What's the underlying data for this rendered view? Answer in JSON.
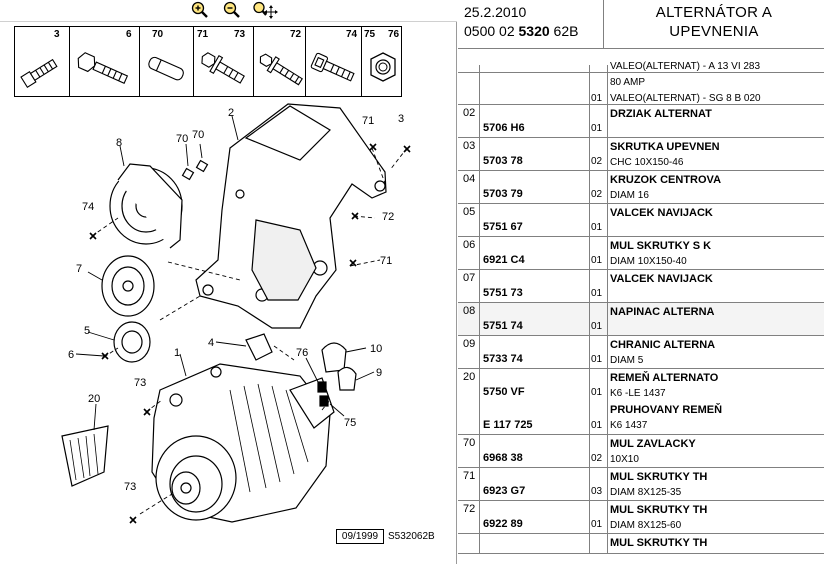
{
  "toolbar": {
    "zoom_in_icon": "zoom-in-icon",
    "zoom_out_icon": "zoom-out-icon",
    "pan_icon": "zoom-pan-icon"
  },
  "fastener_bar": [
    {
      "num": "3",
      "icon": "stud-bolt-icon"
    },
    {
      "num": "6",
      "icon": "hex-bolt-icon"
    },
    {
      "num": "70",
      "icon": "pin-icon"
    },
    {
      "num": "71",
      "icon": "flange-bolt-icon"
    },
    {
      "num": "73",
      "icon": ""
    },
    {
      "num": "72",
      "icon": "long-flange-bolt-icon"
    },
    {
      "num": "74",
      "icon": "socket-bolt-icon"
    },
    {
      "num": "75",
      "icon": "hex-nut-icon"
    },
    {
      "num": "76",
      "icon": ""
    }
  ],
  "diagram": {
    "callouts": [
      "8",
      "70",
      "70",
      "2",
      "71",
      "3",
      "74",
      "72",
      "7",
      "71",
      "5",
      "6",
      "4",
      "10",
      "1",
      "76",
      "9",
      "73",
      "75",
      "20",
      "73"
    ],
    "caption_date": "09/1999",
    "caption_code": "S532062B"
  },
  "header": {
    "date": "25.2.2010",
    "code_prefix": "0500 02 ",
    "code_bold": "5320",
    "code_suffix": " 62B",
    "title_line1": "ALTERNÁTOR A",
    "title_line2": "UPEVNENIA"
  },
  "rows": [
    {
      "ind": "",
      "ref": "",
      "qty": "01",
      "lines": [
        {
          "text": "VALEO(ALTERNAT) - A 13 VI 283",
          "bold": false
        },
        {
          "text": "80 AMP",
          "bold": false
        },
        {
          "text": "VALEO(ALTERNAT) - SG 8 B 020",
          "bold": false
        }
      ]
    },
    {
      "ind": "02",
      "ref": "5706 H6",
      "qty": "01",
      "lines": [
        {
          "text": "DRZIAK ALTERNAT",
          "bold": true
        }
      ]
    },
    {
      "ind": "03",
      "ref": "5703 78",
      "qty": "02",
      "lines": [
        {
          "text": "SKRUTKA UPEVNEN",
          "bold": true
        },
        {
          "text": "CHC 10X150-46",
          "bold": false
        }
      ]
    },
    {
      "ind": "04",
      "ref": "5703 79",
      "qty": "02",
      "lines": [
        {
          "text": "KRUZOK CENTROVA",
          "bold": true
        },
        {
          "text": "DIAM 16",
          "bold": false
        }
      ]
    },
    {
      "ind": "05",
      "ref": "5751 67",
      "qty": "01",
      "lines": [
        {
          "text": "VALCEK NAVIJACK",
          "bold": true
        }
      ]
    },
    {
      "ind": "06",
      "ref": "6921 C4",
      "qty": "01",
      "lines": [
        {
          "text": "MUL SKRUTKY S K",
          "bold": true
        },
        {
          "text": "DIAM 10X150-40",
          "bold": false
        }
      ]
    },
    {
      "ind": "07",
      "ref": "5751 73",
      "qty": "01",
      "lines": [
        {
          "text": "VALCEK NAVIJACK",
          "bold": true
        }
      ]
    },
    {
      "ind": "08",
      "ref": "5751 74",
      "qty": "01",
      "lines": [
        {
          "text": "NAPINAC ALTERNA",
          "bold": true
        }
      ]
    },
    {
      "ind": "09",
      "ref": "5733 74",
      "qty": "01",
      "lines": [
        {
          "text": "CHRANIC ALTERNA",
          "bold": true
        },
        {
          "text": "DIAM 5",
          "bold": false
        }
      ]
    },
    {
      "ind": "20",
      "ref": "5750 VF",
      "qty": "01",
      "ref2": "E 117 725",
      "qty2": "01",
      "lines": [
        {
          "text": "REMEŇ ALTERNATO",
          "bold": true
        },
        {
          "text": "K6 -LE 1437",
          "bold": false
        },
        {
          "text": "PRUHOVANY REMEŇ",
          "bold": true
        },
        {
          "text": "K6 1437",
          "bold": false
        }
      ]
    },
    {
      "ind": "70",
      "ref": "6968 38",
      "qty": "02",
      "lines": [
        {
          "text": "MUL ZAVLACKY",
          "bold": true
        },
        {
          "text": "10X10",
          "bold": false
        }
      ]
    },
    {
      "ind": "71",
      "ref": "6923 G7",
      "qty": "03",
      "lines": [
        {
          "text": "MUL SKRUTKY TH",
          "bold": true
        },
        {
          "text": "DIAM 8X125-35",
          "bold": false
        }
      ]
    },
    {
      "ind": "72",
      "ref": "6922 89",
      "qty": "01",
      "lines": [
        {
          "text": "MUL SKRUTKY TH",
          "bold": true
        },
        {
          "text": "DIAM 8X125-60",
          "bold": false
        }
      ]
    },
    {
      "ind": "",
      "ref": "",
      "qty": "",
      "lines": [
        {
          "text": "MUL SKRUTKY TH",
          "bold": true
        }
      ]
    }
  ]
}
